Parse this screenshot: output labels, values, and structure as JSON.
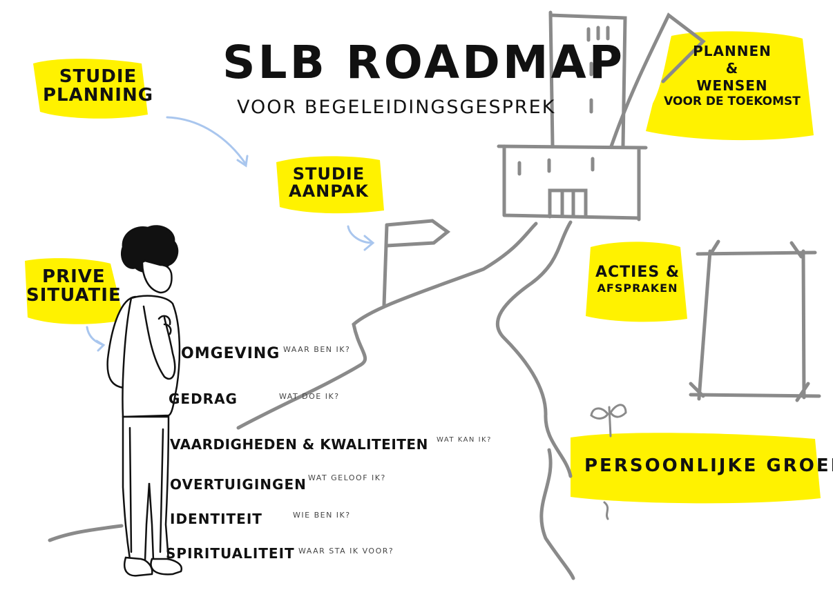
{
  "title": "SLB ROADMAP",
  "subtitle": "VOOR BEGELEIDINGSGESPREK",
  "labels": {
    "studie_planning": [
      "STUDIE",
      "PLANNING"
    ],
    "studie_aanpak": [
      "STUDIE",
      "AANPAK"
    ],
    "prive_situatie": [
      "PRIVE",
      "SITUATIE"
    ],
    "plannen": [
      "PLANNEN",
      "&",
      "WENSEN",
      "VOOR DE TOEKOMST"
    ],
    "acties": [
      "ACTIES &",
      "AFSPRAKEN"
    ],
    "groei": "PERSOONLIJKE GROEI"
  },
  "levels": [
    {
      "label": "OMGEVING",
      "question": "WAAR BEN IK?"
    },
    {
      "label": "GEDRAG",
      "question": "WAT DOE IK?"
    },
    {
      "label": "VAARDIGHEDEN & KWALITEITEN",
      "question": "WAT KAN IK?"
    },
    {
      "label": "OVERTUIGINGEN",
      "question": "WAT GELOOF IK?"
    },
    {
      "label": "IDENTITEIT",
      "question": "WIE BEN IK?"
    },
    {
      "label": "SPIRITUALITEIT",
      "question": "WAAR STA IK VOOR?"
    }
  ],
  "colors": {
    "highlight": "#fff200",
    "ink": "#111111",
    "road": "#8a8a8a",
    "arrow": "#a9c6ee"
  }
}
